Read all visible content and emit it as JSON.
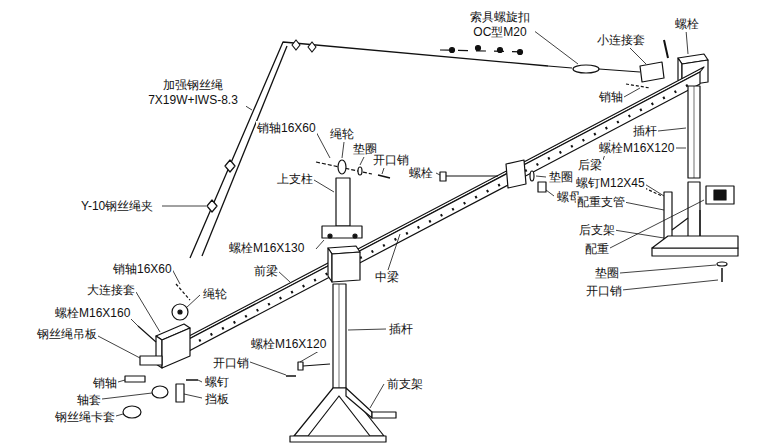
{
  "diagram": {
    "labels": [
      "索具螺旋扣 OC型M20",
      "小连接套",
      "螺栓",
      "加强钢丝绳 7X19W+IWS-8.3",
      "销轴16X60",
      "绳轮",
      "垫圈",
      "开口销",
      "销轴",
      "插杆",
      "螺栓M16X120",
      "上支柱",
      "后梁",
      "螺栓",
      "垫圈",
      "螺母",
      "螺钉M12X45",
      "配重支管",
      "后支架",
      "Y-10钢丝绳夹",
      "配重",
      "垫圈",
      "开口销",
      "螺栓M16X130",
      "前梁",
      "中梁",
      "销轴16X60",
      "大连接套",
      "绳轮",
      "螺栓M16X160",
      "钢丝绳吊板",
      "插杆",
      "开口销",
      "螺栓M16X120",
      "销轴",
      "螺钉",
      "轴套",
      "挡板",
      "钢丝绳卡套",
      "前支架"
    ]
  }
}
